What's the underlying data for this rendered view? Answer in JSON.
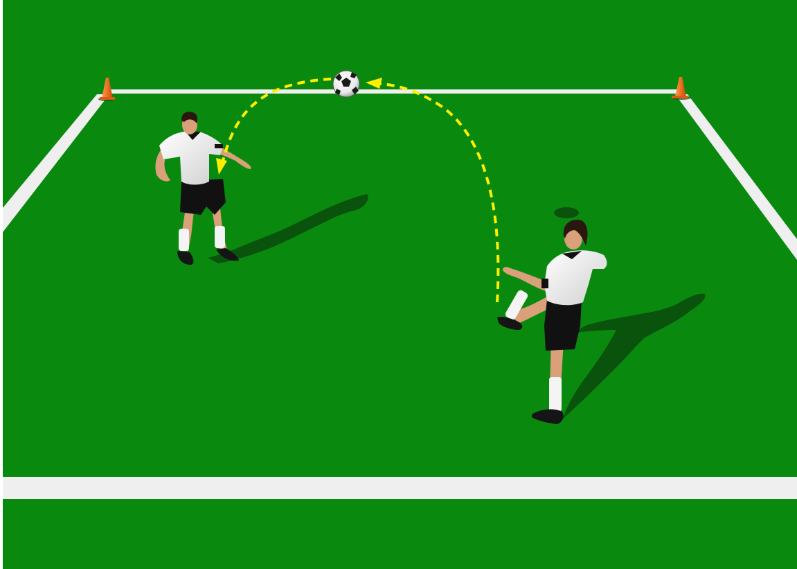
{
  "scene": {
    "description_shown_text": "",
    "colors": {
      "pitch": "#0a8a10",
      "line": "#f2f2f2",
      "cone": "#f07a25",
      "shirt": "#f4f4f4",
      "shorts": "#111111",
      "skin": "#d9a07a",
      "hair": "#2a1810",
      "shadow": "#0a4a0c",
      "path": "#ffee00"
    },
    "elements": {
      "cones": 2,
      "players": 2,
      "ball": 1,
      "flight_paths": 2
    },
    "icons": [
      "cone-icon",
      "soccer-ball-icon",
      "arrowhead-icon"
    ]
  }
}
